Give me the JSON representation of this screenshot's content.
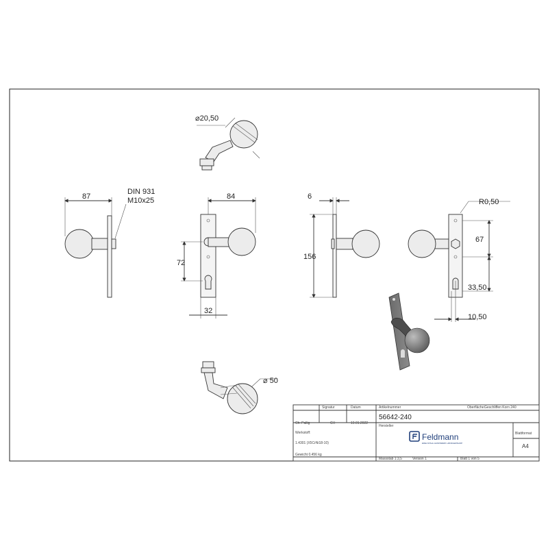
{
  "dimensions": {
    "ball_diameter_top": "⌀20,50",
    "din_line1": "DIN 931",
    "din_line2": "M10x25",
    "width_87": "87",
    "width_84": "84",
    "height_72": "72",
    "width_32": "32",
    "thickness_6": "6",
    "height_156": "156",
    "radius": "R0,50",
    "dist_67": "67",
    "dist_33_50": "33,50",
    "dist_10_50": "10,50",
    "ball_diameter_bottom": "⌀ 50"
  },
  "title_block": {
    "header": {
      "col1": "",
      "col2": "Signatur",
      "col3": "Datum",
      "article_label": "Artikelnummer",
      "surface_label": "Oberfläche:",
      "surface_value": "Geschliffen Korn 240"
    },
    "row1": {
      "name": "Ch. Pallig",
      "signature": "CH",
      "date": "19.01.2022"
    },
    "part_number": "56642-240",
    "material_label": "Werkstoff:",
    "material_value": "1.4301 (X5CrNi18-10)",
    "manufacturer_label": "Hersteller",
    "logo_text": "Feldmann",
    "logo_tagline": "EDELSTAHL HANDWERK HÄNDLERSHOP",
    "format_label": "Blattformat",
    "format_value": "A4",
    "weight": "Gewicht 0.456 kg",
    "scale": "Massstab 1:3,5",
    "version": "Version 1",
    "sheet": "Blatt 1 von 5"
  }
}
